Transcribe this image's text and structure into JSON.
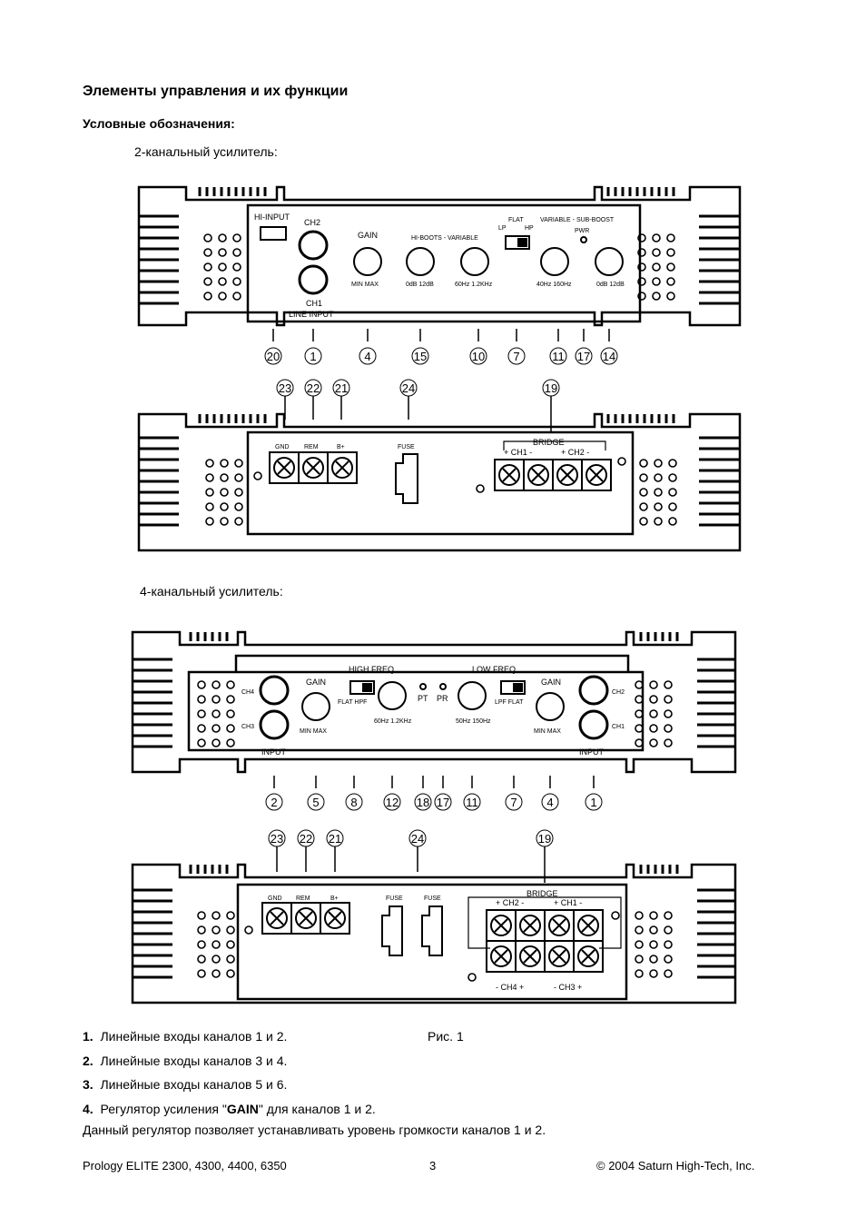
{
  "heading": "Элементы управления и их функции",
  "subheading": "Условные обозначения:",
  "amp2": {
    "caption": "2-канальный усилитель:",
    "front": {
      "hi_input": "HI-INPUT",
      "ch2": "CH2",
      "ch1": "CH1",
      "line_input": "LINE INPUT",
      "gain": "GAIN",
      "gain_scale": "MIN   MAX",
      "hiboost": "HI-BOOTS - VARIABLE",
      "hiboost_scale": "0dB  12dB",
      "freq_scale": "60Hz  1.2KHz",
      "flat": "FLAT",
      "lp": "LP",
      "hp": "HP",
      "subboost": "VARIABLE - SUB-BOOST",
      "pwr": "PWR",
      "sub_freq_scale": "40Hz  160Hz",
      "sub_db_scale": "0dB  12dB",
      "callouts": [
        "20",
        "1",
        "4",
        "15",
        "10",
        "7",
        "11",
        "17",
        "14"
      ]
    },
    "rear": {
      "gnd": "GND",
      "rem": "REM",
      "bplus": "B+",
      "fuse": "FUSE",
      "bridge": "BRIDGE",
      "ch1": "+ CH1 -",
      "ch2": "+ CH2 -",
      "callouts": [
        "23",
        "22",
        "21",
        "24",
        "19"
      ]
    }
  },
  "amp4": {
    "caption": "4-канальный усилитель:",
    "front": {
      "ch4": "CH4",
      "ch3": "CH3",
      "input_left": "INPUT",
      "gain_left": "GAIN",
      "gain_scale_left": "MIN   MAX",
      "high_freq": "HIGH FREQ",
      "flat_hpf": "FLAT  HPF",
      "hf_scale": "60Hz 1.2KHz",
      "pt": "PT",
      "pr": "PR",
      "low_freq": "LOW FREQ",
      "lpf_flat": "LPF  FLAT",
      "lf_scale": "50Hz 150Hz",
      "gain_right": "GAIN",
      "gain_scale_right": "MIN   MAX",
      "ch2": "CH2",
      "ch1": "CH1",
      "input_right": "INPUT",
      "callouts": [
        "2",
        "5",
        "8",
        "12",
        "18",
        "17",
        "11",
        "7",
        "4",
        "1"
      ]
    },
    "rear": {
      "gnd": "GND",
      "rem": "REM",
      "bplus": "B+",
      "fuse1": "FUSE",
      "fuse2": "FUSE",
      "bridge": "BRIDGE",
      "ch2": "+  CH2  -",
      "ch1": "+  CH1  -",
      "ch4": "-  CH4  +",
      "ch3": "-  CH3  +",
      "callouts": [
        "23",
        "22",
        "21",
        "24",
        "19"
      ]
    }
  },
  "figure_caption": "Рис. 1",
  "items": [
    {
      "num": "1.",
      "text": "Линейные входы каналов 1 и 2."
    },
    {
      "num": "2.",
      "text": "Линейные входы каналов 3 и 4."
    },
    {
      "num": "3.",
      "text": "Линейные входы каналов 5 и 6."
    }
  ],
  "item4": {
    "num": "4.",
    "pre": "Регулятор усиления \"",
    "bold": "GAIN",
    "post": "\" для каналов 1 и 2."
  },
  "note": "Данный регулятор позволяет устанавливать уровень громкости каналов 1 и 2.",
  "footer": {
    "left": "Prology ELITE  2300, 4300, 4400, 6350",
    "center": "3",
    "right": "© 2004 Saturn High-Tech, Inc."
  }
}
